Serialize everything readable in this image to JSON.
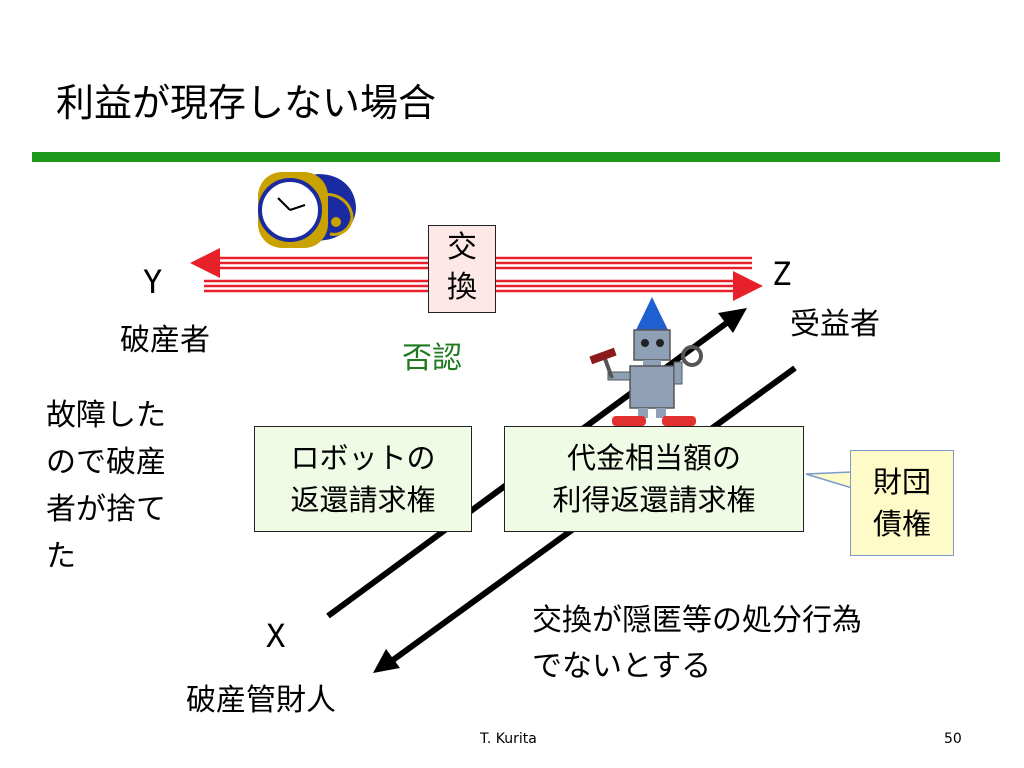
{
  "slide": {
    "title": "利益が現存しない場合",
    "footer_author": "T. Kurita",
    "page_number": "50"
  },
  "parties": {
    "y_letter": "Y",
    "y_role": "破産者",
    "z_letter": "Z",
    "z_role": "受益者",
    "x_letter": "X",
    "x_role": "破産管財人"
  },
  "exchange_box": {
    "line1": "交",
    "line2": "換"
  },
  "denial_label": "否認",
  "side_note": {
    "line1": "故障した",
    "line2": "ので破産",
    "line3": "者が捨て",
    "line4": "た"
  },
  "robot_claim_box": {
    "line1": "ロボットの",
    "line2": "返還請求権"
  },
  "price_claim_box": {
    "line1": "代金相当額の",
    "line2": "利得返還請求権"
  },
  "estate_claim_box": {
    "line1": "財団",
    "line2": "債権"
  },
  "condition_note": {
    "line1": "交換が隠匿等の処分行為",
    "line2": "でないとする"
  },
  "colors": {
    "rule_green": "#1c9a1c",
    "arrow_red": "#e8202a",
    "denial_green": "#1f7a1f"
  },
  "icons": {
    "watch": "wristwatch-icon",
    "robot": "robot-icon"
  }
}
